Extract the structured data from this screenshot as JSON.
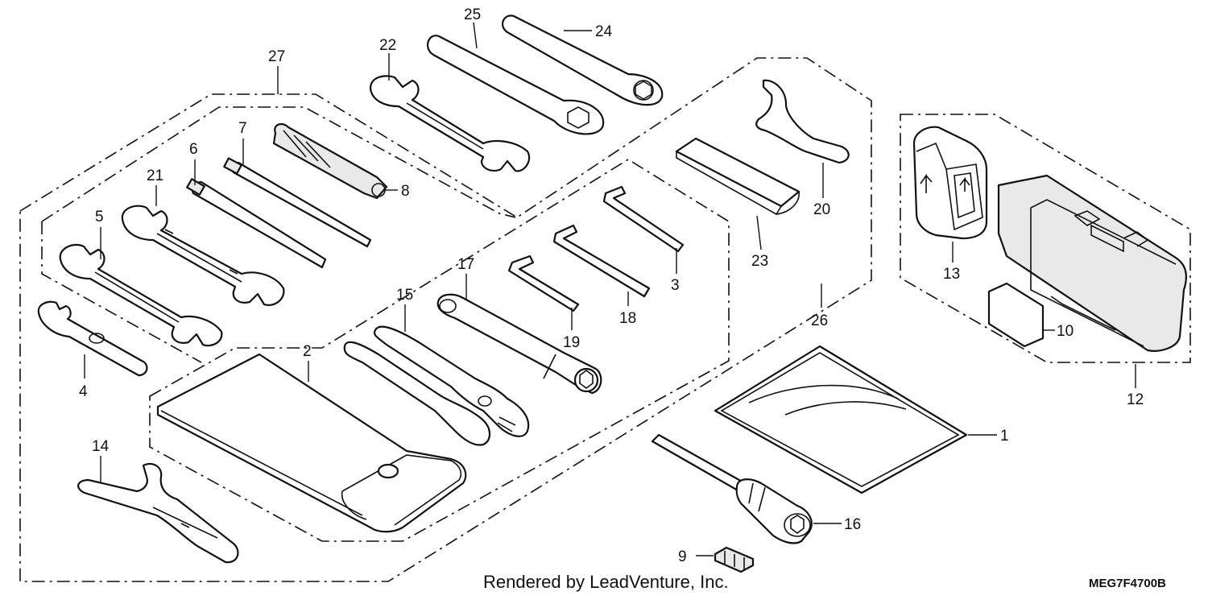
{
  "credit": "Rendered by LeadVenture, Inc.",
  "diagram_code": "MEG7F4700B",
  "callouts": {
    "c1": "1",
    "c2": "2",
    "c3": "3",
    "c4": "4",
    "c5": "5",
    "c6": "6",
    "c7": "7",
    "c8": "8",
    "c9": "9",
    "c10": "10",
    "c12": "12",
    "c13": "13",
    "c14": "14",
    "c15": "15",
    "c16": "16",
    "c17": "17",
    "c18": "18",
    "c19": "19",
    "c20": "20",
    "c21": "21",
    "c22": "22",
    "c23": "23",
    "c24": "24",
    "c25": "25",
    "c26": "26",
    "c27": "27"
  }
}
